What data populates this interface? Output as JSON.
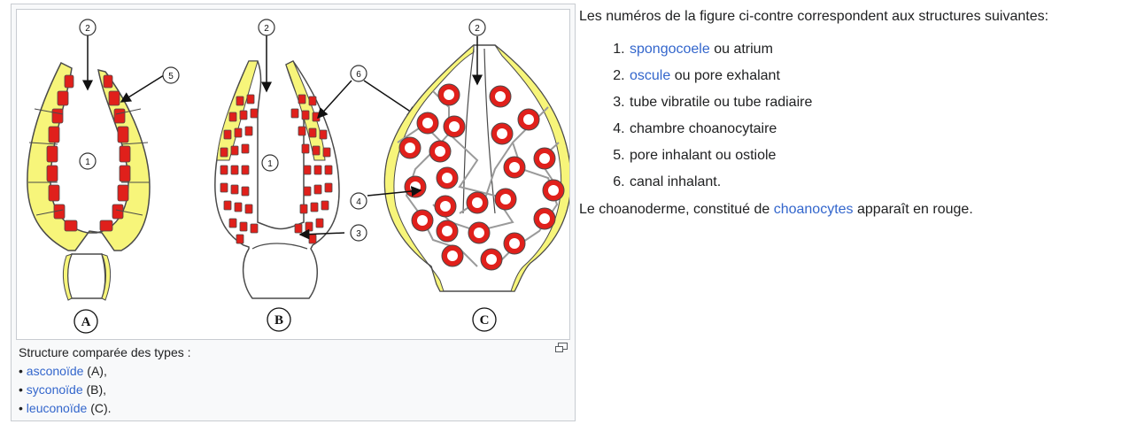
{
  "figure": {
    "callouts": [
      "1",
      "2",
      "3",
      "4",
      "5",
      "6"
    ],
    "panel_labels": [
      "A",
      "B",
      "C"
    ],
    "colors": {
      "choanoderm": "#e0201b",
      "pinacoderm": "#f7f57a",
      "outline": "#4a4a4a",
      "link": "#3366cc"
    }
  },
  "caption": {
    "title": "Structure comparée des types :",
    "items": [
      {
        "bullet": "•",
        "link": "asconoïde",
        "suffix": " (A),"
      },
      {
        "bullet": "•",
        "link": "syconoïde",
        "suffix": " (B),"
      },
      {
        "bullet": "•",
        "link": "leuconoïde",
        "suffix": " (C)."
      }
    ],
    "enlarge_icon": "enlarge-icon"
  },
  "side": {
    "intro": "Les numéros de la figure ci-contre correspondent aux structures suivantes:",
    "list": [
      {
        "link": "spongocoele",
        "text": " ou atrium"
      },
      {
        "link": "oscule",
        "text": " ou pore exhalant"
      },
      {
        "link": "",
        "text": "tube vibratile ou tube radiaire"
      },
      {
        "link": "",
        "text": "chambre choanocytaire"
      },
      {
        "link": "",
        "text": "pore inhalant ou ostiole"
      },
      {
        "link": "",
        "text": "canal inhalant."
      }
    ],
    "outro_before": "Le choanoderme, constitué de ",
    "outro_link": "choanocytes",
    "outro_after": " apparaît en rouge."
  }
}
